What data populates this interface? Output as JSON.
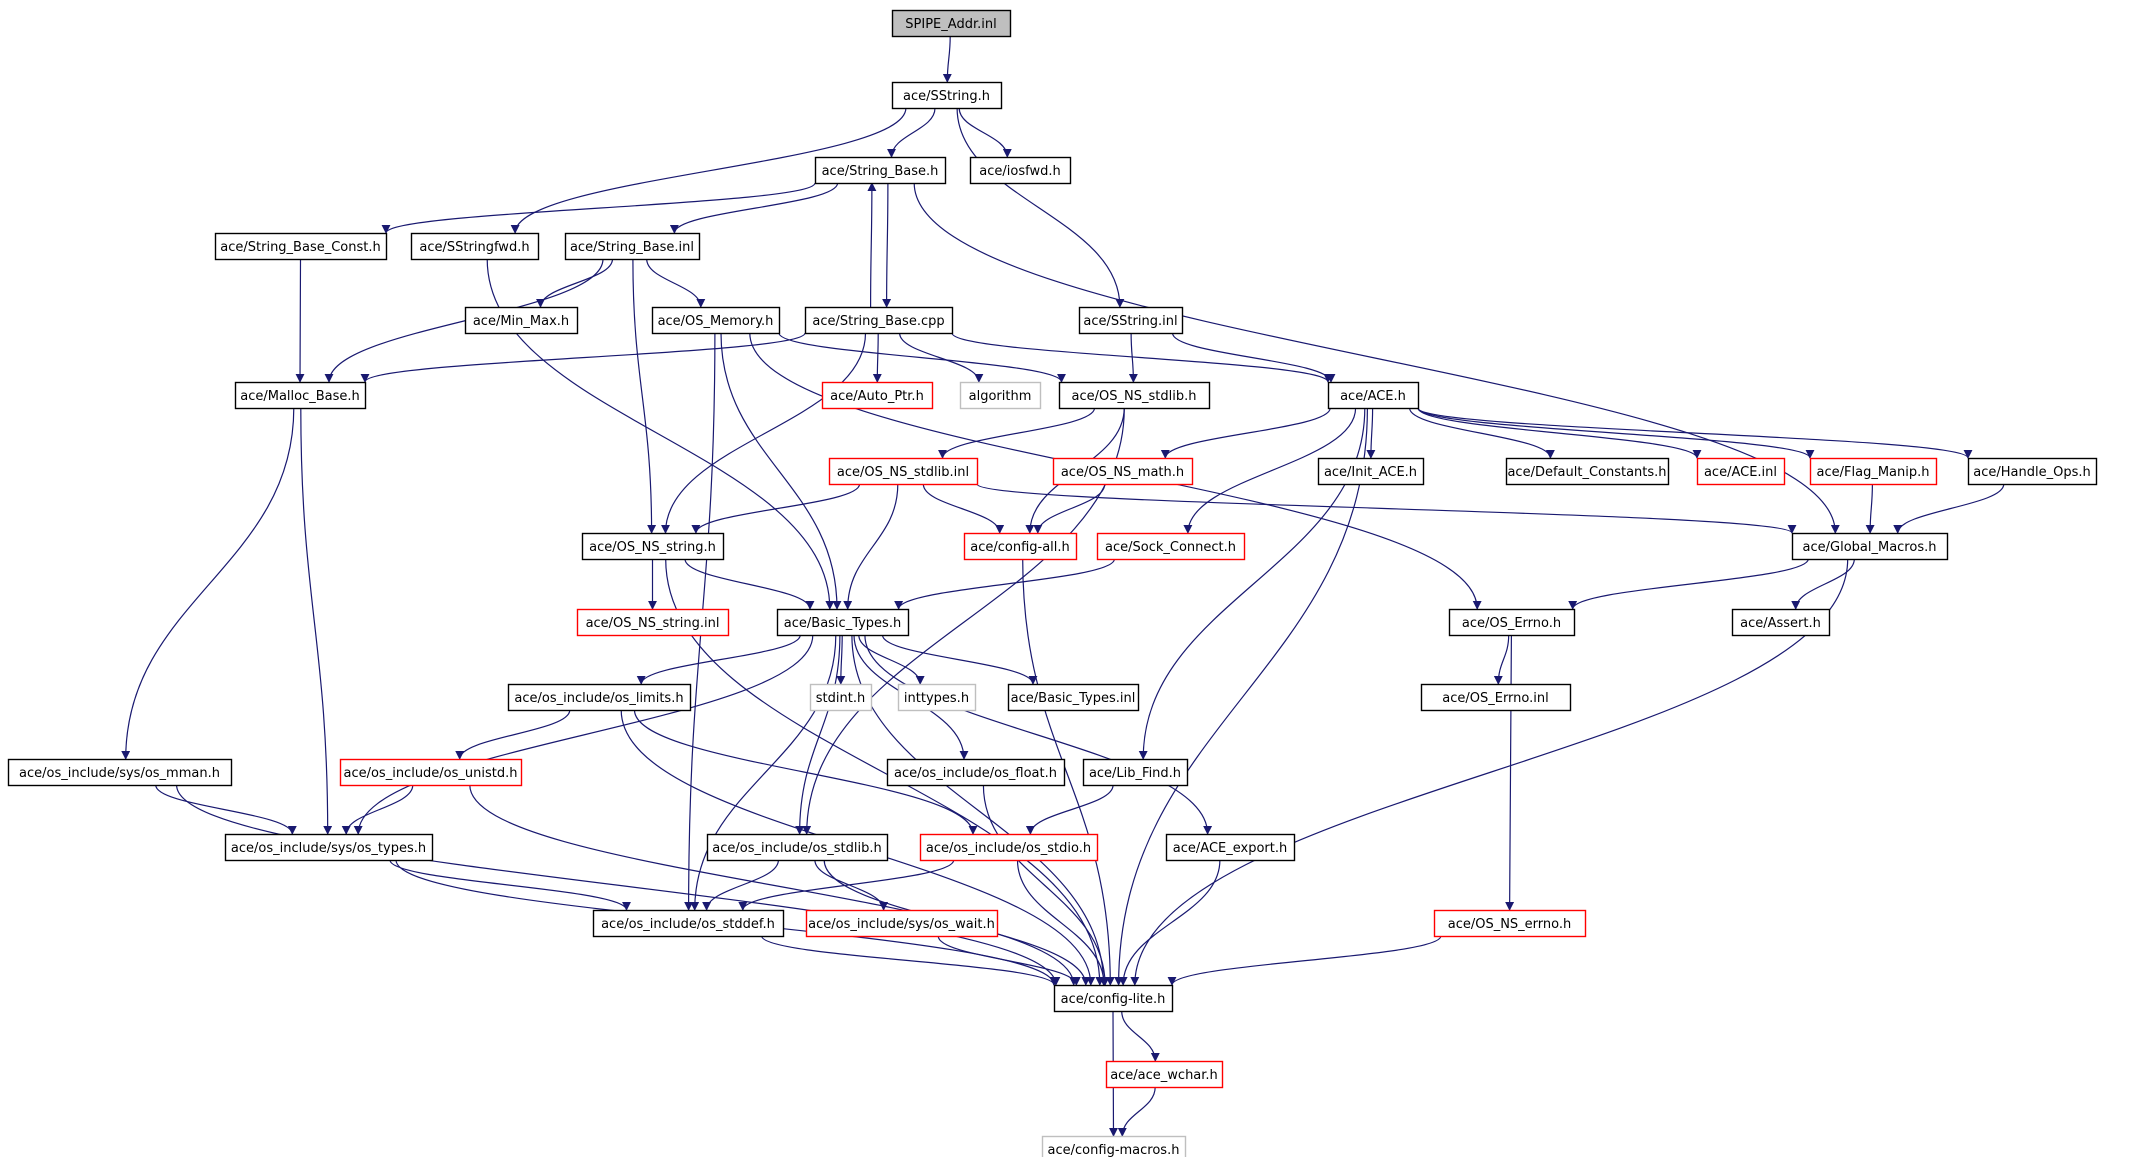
{
  "title": "SPIPE_Addr.inl",
  "colors": {
    "edge": "#191970",
    "border_normal": "#000000",
    "border_truncated": "#ff0000",
    "border_external": "#bfbfbf",
    "root_fill": "#bfbfbf",
    "background": "#ffffff"
  },
  "nodes": [
    {
      "id": "root",
      "label": "SPIPE_Addr.inl",
      "kind": "root"
    },
    {
      "id": "sstring_h",
      "label": "ace/SString.h",
      "kind": "normal"
    },
    {
      "id": "string_base_h",
      "label": "ace/String_Base.h",
      "kind": "normal"
    },
    {
      "id": "iosfwd_h",
      "label": "ace/iosfwd.h",
      "kind": "normal"
    },
    {
      "id": "string_base_const_h",
      "label": "ace/String_Base_Const.h",
      "kind": "normal"
    },
    {
      "id": "sstringfwd_h",
      "label": "ace/SStringfwd.h",
      "kind": "normal"
    },
    {
      "id": "string_base_inl",
      "label": "ace/String_Base.inl",
      "kind": "normal"
    },
    {
      "id": "min_max_h",
      "label": "ace/Min_Max.h",
      "kind": "normal"
    },
    {
      "id": "os_memory_h",
      "label": "ace/OS_Memory.h",
      "kind": "normal"
    },
    {
      "id": "string_base_cpp",
      "label": "ace/String_Base.cpp",
      "kind": "normal"
    },
    {
      "id": "sstring_inl",
      "label": "ace/SString.inl",
      "kind": "normal"
    },
    {
      "id": "malloc_base_h",
      "label": "ace/Malloc_Base.h",
      "kind": "normal"
    },
    {
      "id": "auto_ptr_h",
      "label": "ace/Auto_Ptr.h",
      "kind": "truncated"
    },
    {
      "id": "algorithm",
      "label": "algorithm",
      "kind": "external"
    },
    {
      "id": "os_ns_stdlib_h",
      "label": "ace/OS_NS_stdlib.h",
      "kind": "normal"
    },
    {
      "id": "ace_h",
      "label": "ace/ACE.h",
      "kind": "normal"
    },
    {
      "id": "os_ns_stdlib_inl",
      "label": "ace/OS_NS_stdlib.inl",
      "kind": "truncated"
    },
    {
      "id": "os_ns_math_h",
      "label": "ace/OS_NS_math.h",
      "kind": "truncated"
    },
    {
      "id": "init_ace_h",
      "label": "ace/Init_ACE.h",
      "kind": "normal"
    },
    {
      "id": "default_constants_h",
      "label": "ace/Default_Constants.h",
      "kind": "normal"
    },
    {
      "id": "ace_inl",
      "label": "ace/ACE.inl",
      "kind": "truncated"
    },
    {
      "id": "flag_manip_h",
      "label": "ace/Flag_Manip.h",
      "kind": "truncated"
    },
    {
      "id": "handle_ops_h",
      "label": "ace/Handle_Ops.h",
      "kind": "normal"
    },
    {
      "id": "os_ns_string_h",
      "label": "ace/OS_NS_string.h",
      "kind": "normal"
    },
    {
      "id": "config_all_h",
      "label": "ace/config-all.h",
      "kind": "truncated"
    },
    {
      "id": "sock_connect_h",
      "label": "ace/Sock_Connect.h",
      "kind": "truncated"
    },
    {
      "id": "global_macros_h",
      "label": "ace/Global_Macros.h",
      "kind": "normal"
    },
    {
      "id": "os_ns_string_inl",
      "label": "ace/OS_NS_string.inl",
      "kind": "truncated"
    },
    {
      "id": "basic_types_h",
      "label": "ace/Basic_Types.h",
      "kind": "normal"
    },
    {
      "id": "os_errno_h",
      "label": "ace/OS_Errno.h",
      "kind": "normal"
    },
    {
      "id": "assert_h",
      "label": "ace/Assert.h",
      "kind": "normal"
    },
    {
      "id": "os_limits_h",
      "label": "ace/os_include/os_limits.h",
      "kind": "normal"
    },
    {
      "id": "stdint_h",
      "label": "stdint.h",
      "kind": "external"
    },
    {
      "id": "inttypes_h",
      "label": "inttypes.h",
      "kind": "external"
    },
    {
      "id": "basic_types_inl",
      "label": "ace/Basic_Types.inl",
      "kind": "normal"
    },
    {
      "id": "os_errno_inl",
      "label": "ace/OS_Errno.inl",
      "kind": "normal"
    },
    {
      "id": "os_unistd_h",
      "label": "ace/os_include/os_unistd.h",
      "kind": "truncated"
    },
    {
      "id": "os_float_h",
      "label": "ace/os_include/os_float.h",
      "kind": "normal"
    },
    {
      "id": "lib_find_h",
      "label": "ace/Lib_Find.h",
      "kind": "normal"
    },
    {
      "id": "os_mman_h",
      "label": "ace/os_include/sys/os_mman.h",
      "kind": "normal"
    },
    {
      "id": "os_types_h",
      "label": "ace/os_include/sys/os_types.h",
      "kind": "normal"
    },
    {
      "id": "os_stdlib_h",
      "label": "ace/os_include/os_stdlib.h",
      "kind": "normal"
    },
    {
      "id": "os_stdio_h",
      "label": "ace/os_include/os_stdio.h",
      "kind": "truncated"
    },
    {
      "id": "ace_export_h",
      "label": "ace/ACE_export.h",
      "kind": "normal"
    },
    {
      "id": "os_stddef_h",
      "label": "ace/os_include/os_stddef.h",
      "kind": "normal"
    },
    {
      "id": "os_wait_h",
      "label": "ace/os_include/sys/os_wait.h",
      "kind": "truncated"
    },
    {
      "id": "os_ns_errno_h",
      "label": "ace/OS_NS_errno.h",
      "kind": "truncated"
    },
    {
      "id": "config_lite_h",
      "label": "ace/config-lite.h",
      "kind": "normal"
    },
    {
      "id": "ace_wchar_h",
      "label": "ace/ace_wchar.h",
      "kind": "truncated"
    },
    {
      "id": "config_macros_h",
      "label": "ace/config-macros.h",
      "kind": "external"
    }
  ],
  "edges": [
    [
      "root",
      "sstring_h"
    ],
    [
      "sstring_h",
      "string_base_h"
    ],
    [
      "sstring_h",
      "iosfwd_h"
    ],
    [
      "sstring_h",
      "sstringfwd_h"
    ],
    [
      "sstring_h",
      "sstring_inl"
    ],
    [
      "string_base_h",
      "string_base_const_h"
    ],
    [
      "string_base_h",
      "string_base_inl"
    ],
    [
      "string_base_h",
      "string_base_cpp"
    ],
    [
      "string_base_h",
      "global_macros_h"
    ],
    [
      "string_base_cpp",
      "string_base_h"
    ],
    [
      "string_base_const_h",
      "malloc_base_h"
    ],
    [
      "sstringfwd_h",
      "basic_types_h"
    ],
    [
      "string_base_inl",
      "malloc_base_h"
    ],
    [
      "string_base_inl",
      "min_max_h"
    ],
    [
      "string_base_inl",
      "os_memory_h"
    ],
    [
      "string_base_inl",
      "os_ns_string_h"
    ],
    [
      "os_memory_h",
      "os_ns_stdlib_h"
    ],
    [
      "os_memory_h",
      "basic_types_h"
    ],
    [
      "os_memory_h",
      "os_errno_h"
    ],
    [
      "os_memory_h",
      "os_stddef_h"
    ],
    [
      "string_base_cpp",
      "malloc_base_h"
    ],
    [
      "string_base_cpp",
      "auto_ptr_h"
    ],
    [
      "string_base_cpp",
      "algorithm"
    ],
    [
      "string_base_cpp",
      "ace_h"
    ],
    [
      "string_base_cpp",
      "os_ns_string_h"
    ],
    [
      "sstring_inl",
      "os_ns_stdlib_h"
    ],
    [
      "sstring_inl",
      "ace_h"
    ],
    [
      "malloc_base_h",
      "os_mman_h"
    ],
    [
      "malloc_base_h",
      "os_types_h"
    ],
    [
      "os_ns_stdlib_h",
      "os_ns_stdlib_inl"
    ],
    [
      "os_ns_stdlib_h",
      "config_all_h"
    ],
    [
      "os_ns_stdlib_h",
      "os_stdlib_h"
    ],
    [
      "ace_h",
      "os_ns_math_h"
    ],
    [
      "ace_h",
      "init_ace_h"
    ],
    [
      "ace_h",
      "default_constants_h"
    ],
    [
      "ace_h",
      "ace_inl"
    ],
    [
      "ace_h",
      "flag_manip_h"
    ],
    [
      "ace_h",
      "handle_ops_h"
    ],
    [
      "ace_h",
      "sock_connect_h"
    ],
    [
      "ace_h",
      "lib_find_h"
    ],
    [
      "ace_h",
      "config_lite_h"
    ],
    [
      "os_ns_stdlib_inl",
      "os_ns_string_h"
    ],
    [
      "os_ns_stdlib_inl",
      "config_all_h"
    ],
    [
      "os_ns_stdlib_inl",
      "basic_types_h"
    ],
    [
      "os_ns_stdlib_inl",
      "global_macros_h"
    ],
    [
      "os_ns_math_h",
      "config_all_h"
    ],
    [
      "flag_manip_h",
      "global_macros_h"
    ],
    [
      "handle_ops_h",
      "global_macros_h"
    ],
    [
      "sock_connect_h",
      "basic_types_h"
    ],
    [
      "os_ns_string_h",
      "os_ns_string_inl"
    ],
    [
      "os_ns_string_h",
      "basic_types_h"
    ],
    [
      "os_ns_string_h",
      "config_lite_h"
    ],
    [
      "config_all_h",
      "config_lite_h"
    ],
    [
      "global_macros_h",
      "os_errno_h"
    ],
    [
      "global_macros_h",
      "assert_h"
    ],
    [
      "global_macros_h",
      "config_lite_h"
    ],
    [
      "basic_types_h",
      "os_limits_h"
    ],
    [
      "basic_types_h",
      "stdint_h"
    ],
    [
      "basic_types_h",
      "inttypes_h"
    ],
    [
      "basic_types_h",
      "basic_types_inl"
    ],
    [
      "basic_types_h",
      "os_float_h"
    ],
    [
      "basic_types_h",
      "ace_export_h"
    ],
    [
      "basic_types_h",
      "os_types_h"
    ],
    [
      "basic_types_h",
      "os_stdlib_h"
    ],
    [
      "basic_types_h",
      "os_stddef_h"
    ],
    [
      "basic_types_h",
      "config_lite_h"
    ],
    [
      "os_errno_h",
      "os_errno_inl"
    ],
    [
      "os_errno_h",
      "os_ns_errno_h"
    ],
    [
      "os_limits_h",
      "os_unistd_h"
    ],
    [
      "os_limits_h",
      "os_stdio_h"
    ],
    [
      "os_limits_h",
      "config_lite_h"
    ],
    [
      "os_unistd_h",
      "os_types_h"
    ],
    [
      "os_unistd_h",
      "config_lite_h"
    ],
    [
      "os_float_h",
      "config_lite_h"
    ],
    [
      "lib_find_h",
      "os_stdio_h"
    ],
    [
      "os_mman_h",
      "os_types_h"
    ],
    [
      "os_mman_h",
      "config_lite_h"
    ],
    [
      "os_types_h",
      "os_stddef_h"
    ],
    [
      "os_types_h",
      "config_lite_h"
    ],
    [
      "os_stdlib_h",
      "os_stddef_h"
    ],
    [
      "os_stdlib_h",
      "os_wait_h"
    ],
    [
      "os_stdlib_h",
      "config_lite_h"
    ],
    [
      "os_stdio_h",
      "os_stddef_h"
    ],
    [
      "os_stdio_h",
      "config_lite_h"
    ],
    [
      "ace_export_h",
      "config_lite_h"
    ],
    [
      "os_stddef_h",
      "config_lite_h"
    ],
    [
      "os_wait_h",
      "config_lite_h"
    ],
    [
      "os_ns_errno_h",
      "config_lite_h"
    ],
    [
      "config_lite_h",
      "ace_wchar_h"
    ],
    [
      "config_lite_h",
      "config_macros_h"
    ],
    [
      "ace_wchar_h",
      "config_macros_h"
    ]
  ]
}
